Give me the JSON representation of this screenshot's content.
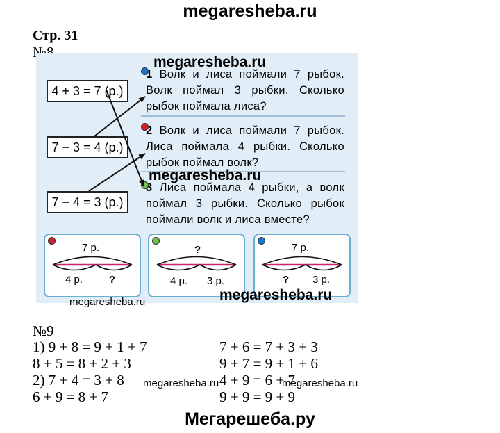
{
  "watermarks": {
    "top": "megaresheba.ru",
    "image_top": "megaresheba.ru",
    "image_mid": "megaresheba.ru",
    "image_bottom_left": "megaresheba.ru",
    "image_bottom_right": "megaresheba.ru",
    "line_left": "megaresheba.ru",
    "line_right": "megaresheba.ru",
    "bottom": "Мегарешеба.ру"
  },
  "page_label": "Стр. 31",
  "task8": {
    "number": "№8",
    "equations": [
      "4 + 3 = 7  (р.)",
      "7 − 3 = 4  (р.)",
      "7 − 4 = 3  (р.)"
    ],
    "problems": [
      {
        "num": "1",
        "dot_color": "#1a73c8",
        "text": "Волк и лиса поймали 7 рыбок. Волк поймал 3 рыбки. Сколько рыбок поймала лиса?"
      },
      {
        "num": "2",
        "dot_color": "#d11f2a",
        "text": "Волк и лиса поймали 7 рыбок. Лиса поймала 4 рыбки. Сколько рыбок поймал волк?"
      },
      {
        "num": "3",
        "dot_color": "#6cc24a",
        "text": "Лиса поймала 4 рыбки, а волк поймал 3 рыбки. Сколько рыбок поймали волк и лиса вместе?"
      }
    ],
    "diagrams": [
      {
        "dot_color": "#d11f2a",
        "top": "7 р.",
        "left": "4 р.",
        "right": "?"
      },
      {
        "dot_color": "#6cc24a",
        "top": "?",
        "left": "4 р.",
        "right": "3 р."
      },
      {
        "dot_color": "#1a73c8",
        "top": "7 р.",
        "left": "?",
        "right": "3 р."
      }
    ]
  },
  "task9": {
    "number": "№9",
    "left": [
      "1) 9 + 8 = 9 + 1 + 7",
      "8 + 5 = 8 + 2 + 3",
      "2) 7 + 4 = 3 + 8",
      "6 + 9 = 8 + 7"
    ],
    "right": [
      "7 + 6 = 7 + 3 + 3",
      "9 + 7 = 9 + 1 + 6",
      "4 + 9 = 6 + 7",
      "9 + 9 = 9 + 9"
    ]
  }
}
